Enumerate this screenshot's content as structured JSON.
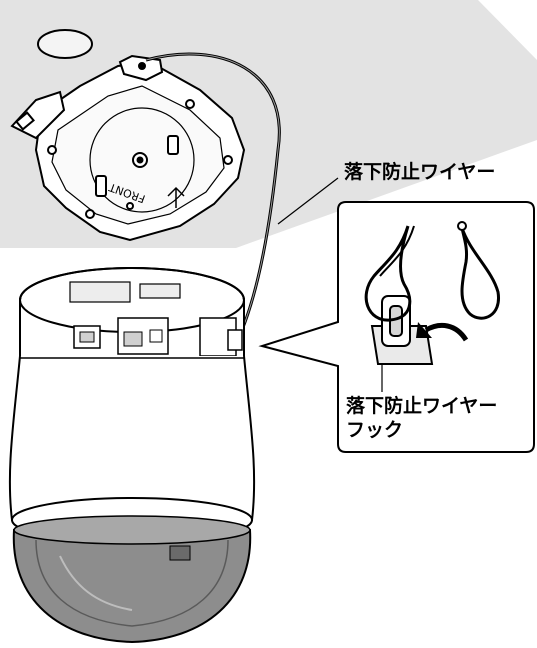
{
  "labels": {
    "wire": "落下防止ワイヤー",
    "hook_line1": "落下防止ワイヤー",
    "hook_line2": "フック",
    "front_mark": "FRONT"
  },
  "colors": {
    "ceiling": "#e3e3e3",
    "plate": "#ffffff",
    "outline": "#000000",
    "dome": "#8d8d8d"
  }
}
